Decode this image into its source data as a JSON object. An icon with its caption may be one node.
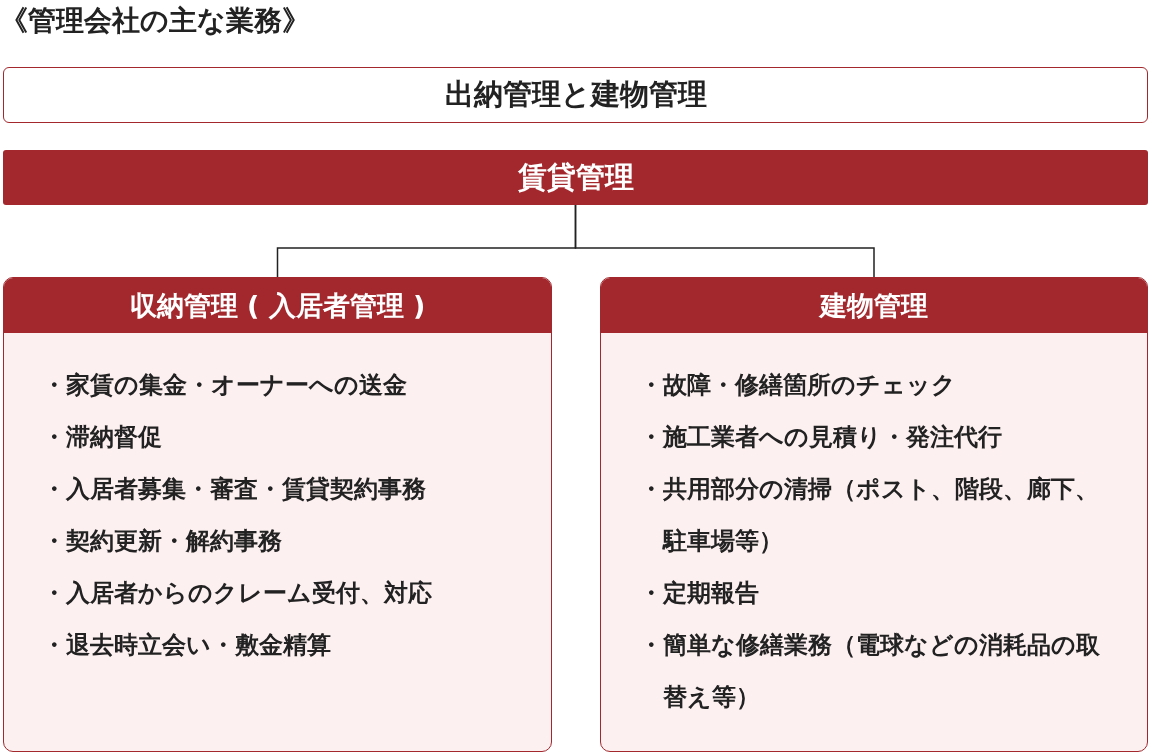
{
  "diagram": {
    "title": "《管理会社の主な業務》",
    "nodes": [
      {
        "text": [
          "出納管理と建物管理"
        ]
      },
      {
        "text": [
          "賃貸管理"
        ]
      },
      {
        "text": [
          "収納管理 ( 入居者管理 )",
          "・家賃の集金・オーナーへの送金",
          "・滞納督促",
          "・入居者募集・審査・賃貸契約事務",
          "・契約更新・解約事務",
          "・入居者からのクレーム受付、対応",
          "・退去時立会い・敷金精算"
        ]
      },
      {
        "text": [
          "建物管理",
          "・故障・修繕箇所のチェック",
          "・施工業者への見積り・発注代行",
          "・共用部分の清掃（ポスト、階段、廊下、駐車場等）",
          "・定期報告",
          "・簡単な修繕業務（電球などの消耗品の取替え等）"
        ]
      }
    ],
    "edges": [
      {
        "from": 1,
        "to": 2,
        "arrow": "none"
      },
      {
        "from": 1,
        "to": 3,
        "arrow": "none"
      }
    ]
  }
}
